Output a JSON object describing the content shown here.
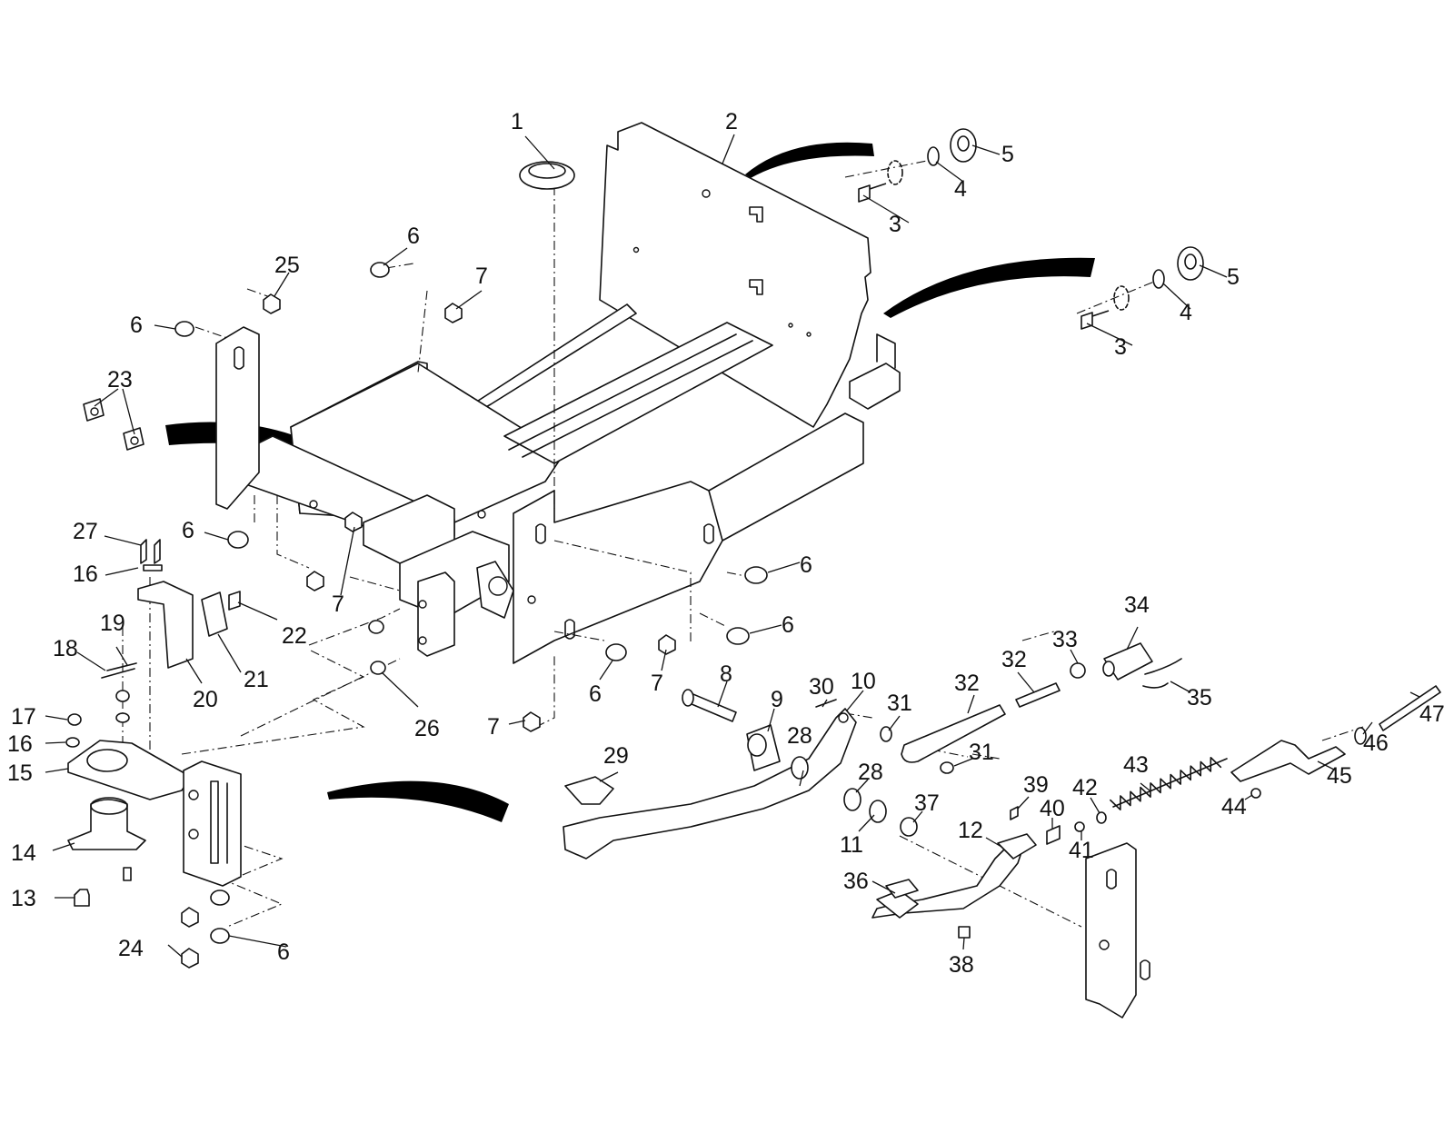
{
  "figure": {
    "callouts": [
      {
        "id": "c1",
        "label": "1"
      },
      {
        "id": "c2",
        "label": "2"
      },
      {
        "id": "c3a",
        "label": "3"
      },
      {
        "id": "c3b",
        "label": "3"
      },
      {
        "id": "c4a",
        "label": "4"
      },
      {
        "id": "c4b",
        "label": "4"
      },
      {
        "id": "c5a",
        "label": "5"
      },
      {
        "id": "c5b",
        "label": "5"
      },
      {
        "id": "c6a",
        "label": "6"
      },
      {
        "id": "c6b",
        "label": "6"
      },
      {
        "id": "c6c",
        "label": "6"
      },
      {
        "id": "c6d",
        "label": "6"
      },
      {
        "id": "c6e",
        "label": "6"
      },
      {
        "id": "c6f",
        "label": "6"
      },
      {
        "id": "c6g",
        "label": "6"
      },
      {
        "id": "c7a",
        "label": "7"
      },
      {
        "id": "c7b",
        "label": "7"
      },
      {
        "id": "c7c",
        "label": "7"
      },
      {
        "id": "c7d",
        "label": "7"
      },
      {
        "id": "c8",
        "label": "8"
      },
      {
        "id": "c9",
        "label": "9"
      },
      {
        "id": "c10",
        "label": "10"
      },
      {
        "id": "c11",
        "label": "11"
      },
      {
        "id": "c12",
        "label": "12"
      },
      {
        "id": "c13",
        "label": "13"
      },
      {
        "id": "c14",
        "label": "14"
      },
      {
        "id": "c15",
        "label": "15"
      },
      {
        "id": "c16a",
        "label": "16"
      },
      {
        "id": "c16b",
        "label": "16"
      },
      {
        "id": "c17",
        "label": "17"
      },
      {
        "id": "c18",
        "label": "18"
      },
      {
        "id": "c19",
        "label": "19"
      },
      {
        "id": "c20",
        "label": "20"
      },
      {
        "id": "c21",
        "label": "21"
      },
      {
        "id": "c22",
        "label": "22"
      },
      {
        "id": "c23",
        "label": "23"
      },
      {
        "id": "c24",
        "label": "24"
      },
      {
        "id": "c25",
        "label": "25"
      },
      {
        "id": "c26",
        "label": "26"
      },
      {
        "id": "c27",
        "label": "27"
      },
      {
        "id": "c28a",
        "label": "28"
      },
      {
        "id": "c28b",
        "label": "28"
      },
      {
        "id": "c29",
        "label": "29"
      },
      {
        "id": "c30",
        "label": "30"
      },
      {
        "id": "c31a",
        "label": "31"
      },
      {
        "id": "c31b",
        "label": "31"
      },
      {
        "id": "c32a",
        "label": "32"
      },
      {
        "id": "c32b",
        "label": "32"
      },
      {
        "id": "c33",
        "label": "33"
      },
      {
        "id": "c34",
        "label": "34"
      },
      {
        "id": "c35",
        "label": "35"
      },
      {
        "id": "c36",
        "label": "36"
      },
      {
        "id": "c37",
        "label": "37"
      },
      {
        "id": "c38",
        "label": "38"
      },
      {
        "id": "c39",
        "label": "39"
      },
      {
        "id": "c40",
        "label": "40"
      },
      {
        "id": "c41",
        "label": "41"
      },
      {
        "id": "c42",
        "label": "42"
      },
      {
        "id": "c43",
        "label": "43"
      },
      {
        "id": "c44",
        "label": "44"
      },
      {
        "id": "c45",
        "label": "45"
      },
      {
        "id": "c46",
        "label": "46"
      },
      {
        "id": "c47",
        "label": "47"
      }
    ]
  }
}
